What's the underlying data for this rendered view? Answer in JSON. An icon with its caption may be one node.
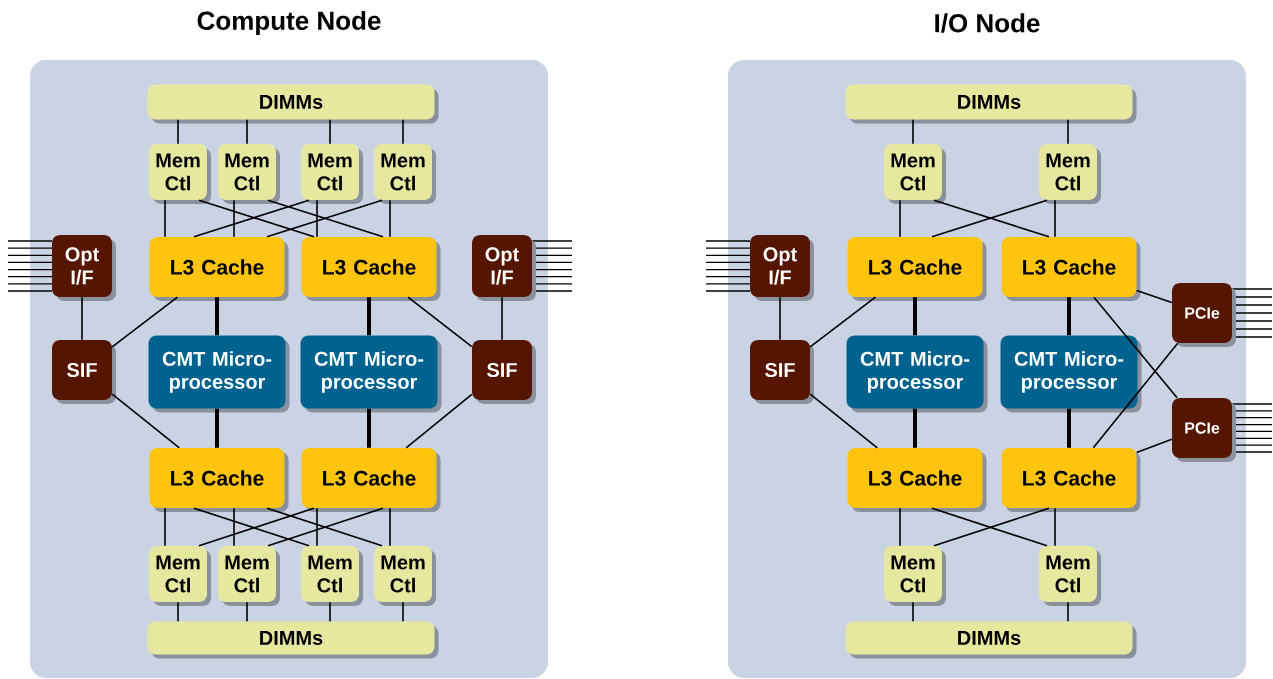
{
  "diagram": {
    "nodes": [
      {
        "text": [
          "Compute Node"
        ]
      },
      {
        "text": [
          "DIMMs"
        ],
        "in": 0
      },
      {
        "text": [
          "Mem Ctl"
        ],
        "in": 0
      },
      {
        "text": [
          "Mem Ctl"
        ],
        "in": 0
      },
      {
        "text": [
          "Mem Ctl"
        ],
        "in": 0
      },
      {
        "text": [
          "Mem Ctl"
        ],
        "in": 0
      },
      {
        "text": [
          "Opt I/F"
        ],
        "in": 0
      },
      {
        "text": [
          "L3 Cache"
        ],
        "in": 0
      },
      {
        "text": [
          "L3 Cache"
        ],
        "in": 0
      },
      {
        "text": [
          "Opt I/F"
        ],
        "in": 0
      },
      {
        "text": [
          "SIF"
        ],
        "in": 0
      },
      {
        "text": [
          "CMT Micro- processor"
        ],
        "in": 0
      },
      {
        "text": [
          "CMT Micro- processor"
        ],
        "in": 0
      },
      {
        "text": [
          "SIF"
        ],
        "in": 0
      },
      {
        "text": [
          "L3 Cache"
        ],
        "in": 0
      },
      {
        "text": [
          "L3 Cache"
        ],
        "in": 0
      },
      {
        "text": [
          "Mem Ctl"
        ],
        "in": 0
      },
      {
        "text": [
          "Mem Ctl"
        ],
        "in": 0
      },
      {
        "text": [
          "Mem Ctl"
        ],
        "in": 0
      },
      {
        "text": [
          "Mem Ctl"
        ],
        "in": 0
      },
      {
        "text": [
          "DIMMs"
        ],
        "in": 0
      },
      {
        "text": [
          "I/O Node"
        ]
      },
      {
        "text": [
          "DIMMs"
        ],
        "in": 21
      },
      {
        "text": [
          "Mem Ctl"
        ],
        "in": 21
      },
      {
        "text": [
          "Mem Ctl"
        ],
        "in": 21
      },
      {
        "text": [
          "Opt I/F"
        ],
        "in": 21
      },
      {
        "text": [
          "L3 Cache"
        ],
        "in": 21
      },
      {
        "text": [
          "L3 Cache"
        ],
        "in": 21
      },
      {
        "text": [
          "PCIe"
        ],
        "in": 21
      },
      {
        "text": [
          "SIF"
        ],
        "in": 21
      },
      {
        "text": [
          "CMT Micro- processor"
        ],
        "in": 21
      },
      {
        "text": [
          "CMT Micro- processor"
        ],
        "in": 21
      },
      {
        "text": [
          "PCIe"
        ],
        "in": 21
      },
      {
        "text": [
          "L3 Cache"
        ],
        "in": 21
      },
      {
        "text": [
          "L3 Cache"
        ],
        "in": 21
      },
      {
        "text": [
          "Mem Ctl"
        ],
        "in": 21
      },
      {
        "text": [
          "Mem Ctl"
        ],
        "in": 21
      },
      {
        "text": [
          "DIMMs"
        ],
        "in": 21
      }
    ],
    "edges": [
      {
        "from": 1,
        "to": 2,
        "arrow": "none"
      },
      {
        "from": 1,
        "to": 3,
        "arrow": "none"
      },
      {
        "from": 1,
        "to": 4,
        "arrow": "none"
      },
      {
        "from": 1,
        "to": 5,
        "arrow": "none"
      },
      {
        "from": 2,
        "to": 7,
        "arrow": "none"
      },
      {
        "from": 2,
        "to": 8,
        "arrow": "none"
      },
      {
        "from": 3,
        "to": 7,
        "arrow": "none"
      },
      {
        "from": 3,
        "to": 8,
        "arrow": "none"
      },
      {
        "from": 4,
        "to": 7,
        "arrow": "none"
      },
      {
        "from": 4,
        "to": 8,
        "arrow": "none"
      },
      {
        "from": 5,
        "to": 7,
        "arrow": "none"
      },
      {
        "from": 5,
        "to": 8,
        "arrow": "none"
      },
      {
        "from": 6,
        "to": 10,
        "arrow": "none"
      },
      {
        "from": 10,
        "to": 7,
        "arrow": "none"
      },
      {
        "from": 10,
        "to": 14,
        "arrow": "none"
      },
      {
        "from": 9,
        "to": 13,
        "arrow": "none"
      },
      {
        "from": 13,
        "to": 8,
        "arrow": "none"
      },
      {
        "from": 13,
        "to": 15,
        "arrow": "none"
      },
      {
        "from": 7,
        "to": 11,
        "arrow": "none",
        "style": "thick"
      },
      {
        "from": 11,
        "to": 14,
        "arrow": "none",
        "style": "thick"
      },
      {
        "from": 8,
        "to": 12,
        "arrow": "none",
        "style": "thick"
      },
      {
        "from": 12,
        "to": 15,
        "arrow": "none",
        "style": "thick"
      },
      {
        "from": 14,
        "to": 16,
        "arrow": "none"
      },
      {
        "from": 14,
        "to": 17,
        "arrow": "none"
      },
      {
        "from": 14,
        "to": 18,
        "arrow": "none"
      },
      {
        "from": 14,
        "to": 19,
        "arrow": "none"
      },
      {
        "from": 15,
        "to": 16,
        "arrow": "none"
      },
      {
        "from": 15,
        "to": 17,
        "arrow": "none"
      },
      {
        "from": 15,
        "to": 18,
        "arrow": "none"
      },
      {
        "from": 15,
        "to": 19,
        "arrow": "none"
      },
      {
        "from": 16,
        "to": 20,
        "arrow": "none"
      },
      {
        "from": 17,
        "to": 20,
        "arrow": "none"
      },
      {
        "from": 18,
        "to": 20,
        "arrow": "none"
      },
      {
        "from": 19,
        "to": 20,
        "arrow": "none"
      },
      {
        "from": 22,
        "to": 23,
        "arrow": "none"
      },
      {
        "from": 22,
        "to": 24,
        "arrow": "none"
      },
      {
        "from": 23,
        "to": 26,
        "arrow": "none"
      },
      {
        "from": 23,
        "to": 27,
        "arrow": "none"
      },
      {
        "from": 24,
        "to": 26,
        "arrow": "none"
      },
      {
        "from": 24,
        "to": 27,
        "arrow": "none"
      },
      {
        "from": 25,
        "to": 29,
        "arrow": "none"
      },
      {
        "from": 29,
        "to": 26,
        "arrow": "none"
      },
      {
        "from": 29,
        "to": 33,
        "arrow": "none"
      },
      {
        "from": 27,
        "to": 28,
        "arrow": "none"
      },
      {
        "from": 27,
        "to": 32,
        "arrow": "none"
      },
      {
        "from": 34,
        "to": 28,
        "arrow": "none"
      },
      {
        "from": 34,
        "to": 32,
        "arrow": "none"
      },
      {
        "from": 26,
        "to": 30,
        "arrow": "none",
        "style": "thick"
      },
      {
        "from": 30,
        "to": 33,
        "arrow": "none",
        "style": "thick"
      },
      {
        "from": 27,
        "to": 31,
        "arrow": "none",
        "style": "thick"
      },
      {
        "from": 31,
        "to": 34,
        "arrow": "none",
        "style": "thick"
      },
      {
        "from": 33,
        "to": 35,
        "arrow": "none"
      },
      {
        "from": 33,
        "to": 36,
        "arrow": "none"
      },
      {
        "from": 34,
        "to": 35,
        "arrow": "none"
      },
      {
        "from": 34,
        "to": 36,
        "arrow": "none"
      },
      {
        "from": 35,
        "to": 37,
        "arrow": "none"
      },
      {
        "from": 36,
        "to": 37,
        "arrow": "none"
      }
    ]
  }
}
